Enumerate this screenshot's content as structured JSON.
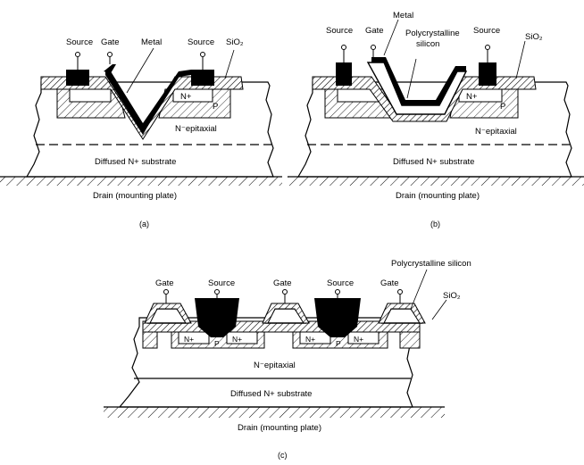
{
  "diagram_a": {
    "caption": "(a)",
    "labels": {
      "source_left": "Source",
      "gate": "Gate",
      "metal": "Metal",
      "source_right": "Source",
      "oxide": "SiO₂",
      "n_plus": "N+",
      "p_region": "P",
      "epitaxial": "N⁻epitaxial",
      "substrate": "Diffused N+ substrate",
      "drain": "Drain (mounting plate)"
    }
  },
  "diagram_b": {
    "caption": "(b)",
    "labels": {
      "source_left": "Source",
      "gate": "Gate",
      "metal": "Metal",
      "poly": "Polycrystalline",
      "poly2": "silicon",
      "source_right": "Source",
      "oxide": "SiO₂",
      "n_plus": "N+",
      "p_region": "P",
      "epitaxial": "N⁻epitaxial",
      "substrate": "Diffused N+ substrate",
      "drain": "Drain (mounting plate)"
    }
  },
  "diagram_c": {
    "caption": "(c)",
    "labels": {
      "gate1": "Gate",
      "source1": "Source",
      "gate2": "Gate",
      "source2": "Source",
      "gate3": "Gate",
      "poly": "Polycrystalline silicon",
      "oxide": "SiO₂",
      "n1": "N+",
      "p1": "P",
      "n2": "N+",
      "n3": "N+",
      "p2": "P",
      "n4": "N+",
      "epitaxial": "N⁻epitaxial",
      "substrate": "Diffused N+ substrate",
      "drain": "Drain (mounting plate)"
    }
  }
}
